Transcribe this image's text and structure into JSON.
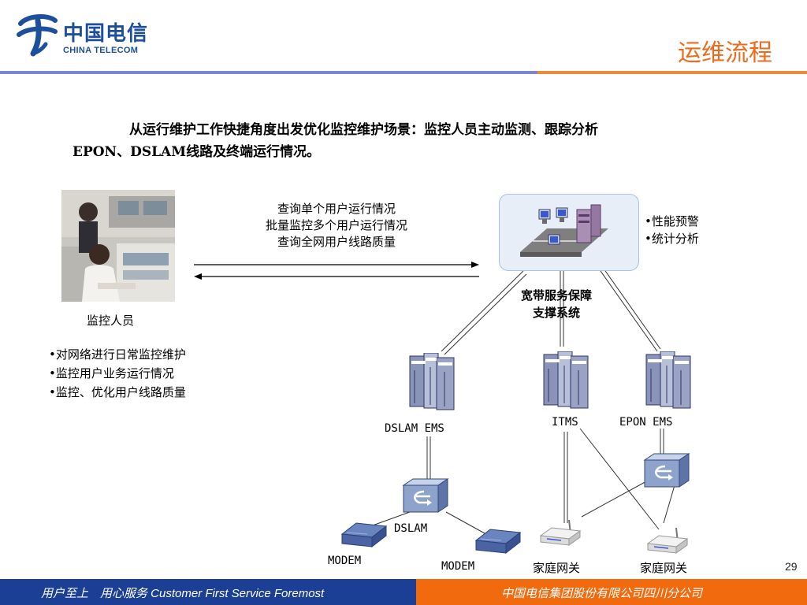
{
  "header": {
    "logo_cn": "中国电信",
    "logo_en": "CHINA TELECOM",
    "title": "运维流程"
  },
  "intro": {
    "line1": "从运行维护工作快捷角度出发优化监控维护场景：监控人员主动监测、跟踪分析",
    "line2": "EPON、DSLAM线路及终端运行情况。"
  },
  "operator": {
    "label": "监控人员",
    "bullets": [
      "•对网络进行日常监控维护",
      "•监控用户业务运行情况",
      "•监控、优化用户线路质量"
    ]
  },
  "queries": [
    "查询单个用户运行情况",
    "批量监控多个用户运行情况",
    "查询全网用户线路质量"
  ],
  "system": {
    "label_line1": "宽带服务保障",
    "label_line2": "支撑系统",
    "features": [
      "•性能预警",
      "•统计分析"
    ]
  },
  "nodes": {
    "dslam_ems": "DSLAM EMS",
    "itms": "ITMS",
    "epon_ems": "EPON EMS",
    "dslam": "DSLAM",
    "modem_left": "MODEM",
    "modem_right": "MODEM",
    "gateway_left": "家庭网关",
    "gateway_right": "家庭网关"
  },
  "footer": {
    "slogan": "用户至上　用心服务  Customer First Service Foremost",
    "company": "中国电信集团股份有限公司四川分公司",
    "page": "29"
  },
  "colors": {
    "brand_blue": "#1d4f9c",
    "accent_orange": "#ee6a1d",
    "header_line_blue": "#7f86d0",
    "footer_blue": "#1b3f94",
    "footer_orange": "#f26a0e"
  }
}
